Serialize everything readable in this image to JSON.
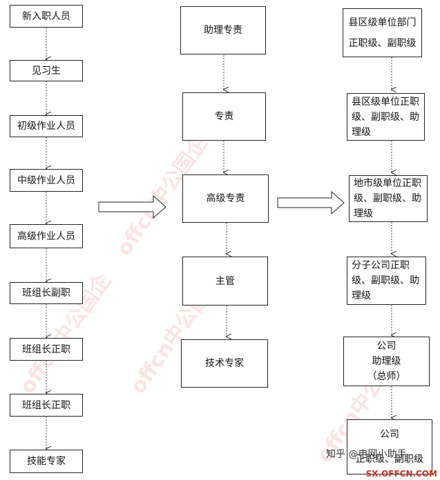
{
  "left": {
    "items": [
      "新入职人员",
      "见习生",
      "初级作业人员",
      "中级作业人员",
      "高级作业人员",
      "班组长副职",
      "班组长正职",
      "班组长正职",
      "技能专家"
    ]
  },
  "middle": {
    "items": [
      "助理专责",
      "专责",
      "高级专责",
      "主管",
      "技术专家"
    ]
  },
  "right": {
    "box1": {
      "line1": "县区级单位部门",
      "line2": "正职级、副职级"
    },
    "box2": "县区级单位正职级、副职级、助理级",
    "box3": "地市级单位正职级、副职级、助理级",
    "box4": "分子公司正职级、副职级、助理级",
    "box5": {
      "line1": "公司",
      "line2": "助理级",
      "line3": "（总师）"
    },
    "box6": {
      "line1": "公司",
      "line2": "正职级、副职级"
    }
  },
  "watermark": "offcn中公国企",
  "overlay": "知乎 @电网小助手",
  "footer": "SX.OFFCN.COM"
}
